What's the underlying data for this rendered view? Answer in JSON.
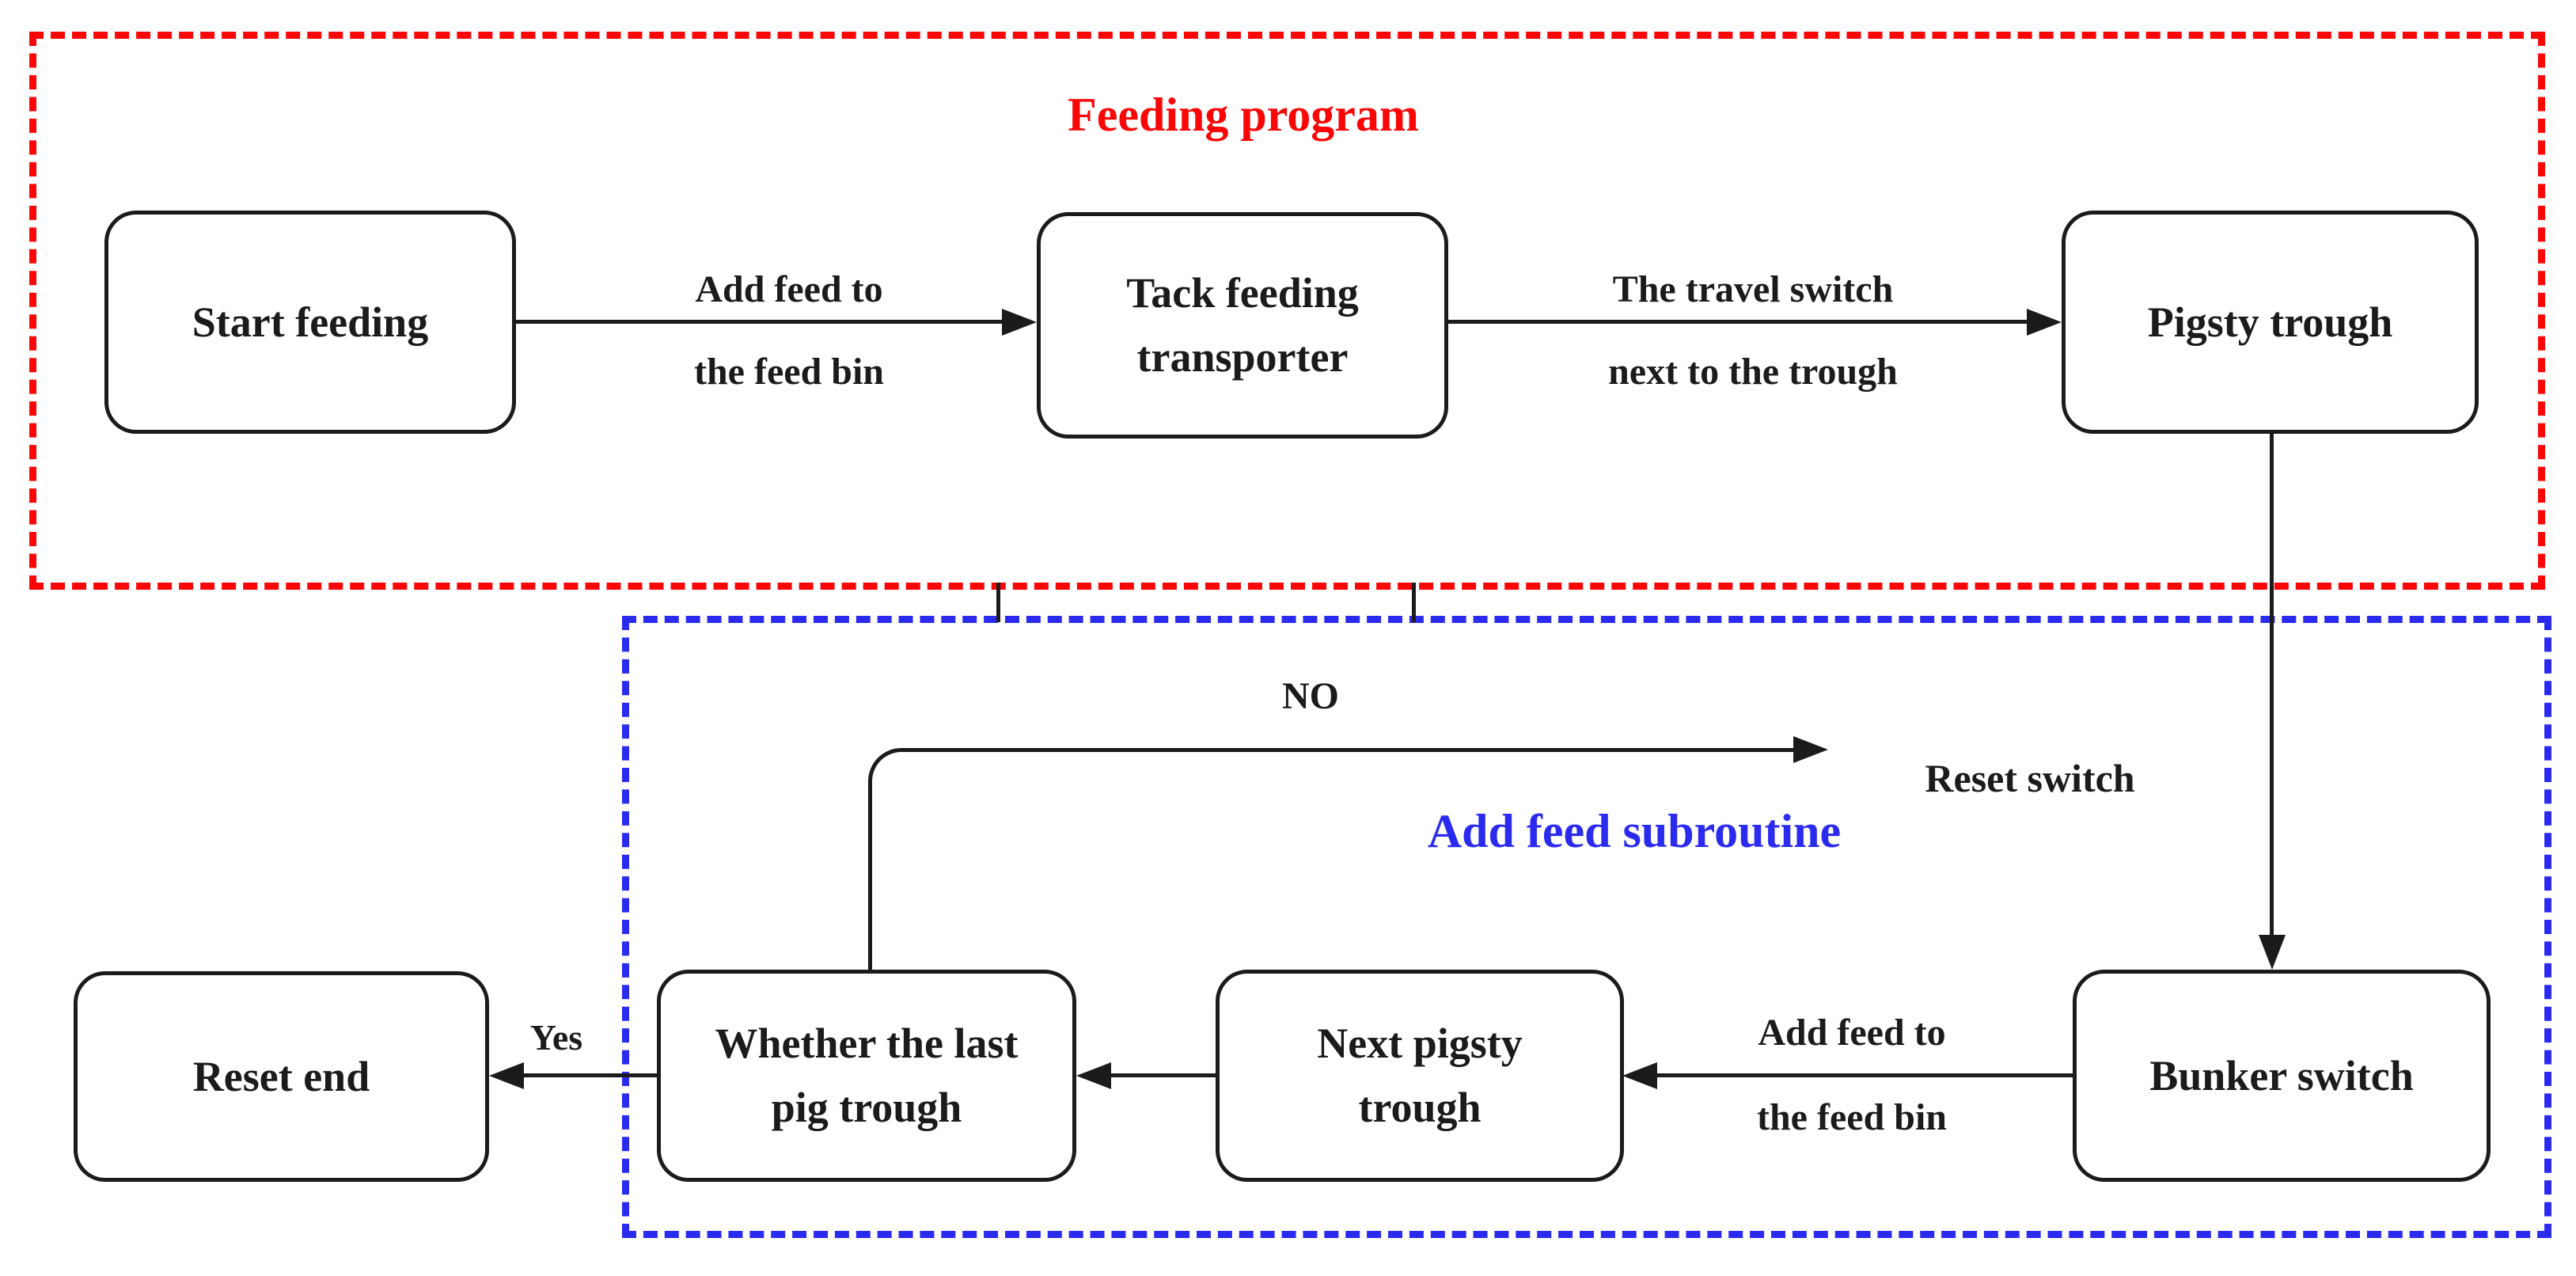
{
  "regions": {
    "feeding_program": {
      "title": "Feeding program",
      "color": "#fa0606"
    },
    "add_feed_subroutine": {
      "title": "Add feed subroutine",
      "color": "#2b2bf0"
    }
  },
  "nodes": [
    {
      "id": "start-feeding",
      "label": "Start feeding"
    },
    {
      "id": "tack-feeding-transporter",
      "label": "Tack feeding\ntransporter"
    },
    {
      "id": "pigsty-trough",
      "label": "Pigsty trough"
    },
    {
      "id": "bunker-switch",
      "label": "Bunker switch"
    },
    {
      "id": "next-pigsty-trough",
      "label": "Next pigsty\ntrough"
    },
    {
      "id": "whether-last-pig-trough",
      "label": "Whether the last\npig trough"
    },
    {
      "id": "reset-end",
      "label": "Reset end"
    }
  ],
  "edges": {
    "feed_top": {
      "line1": "Add feed to",
      "line2": "the feed bin"
    },
    "travel_switch": {
      "line1": "The travel switch",
      "line2": "next to the trough"
    },
    "no_label": "NO",
    "reset_switch": "Reset switch",
    "yes_label": "Yes",
    "feed_bottom": {
      "line1": "Add feed to",
      "line2": "the feed bin"
    }
  },
  "colors": {
    "region_red": "#fa0606",
    "region_blue": "#2b2bf0",
    "ink": "#1b1b1b",
    "node_fill": "#ffffff"
  }
}
